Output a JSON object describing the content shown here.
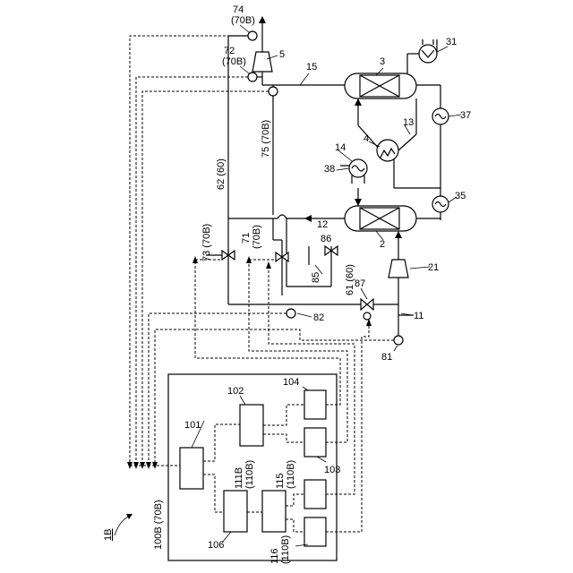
{
  "figure_label": "1B",
  "controller_label": "100B (70B)",
  "labels": {
    "l74": "74",
    "l74b": "(70B)",
    "l72": "72",
    "l72b": "(70B)",
    "l5": "5",
    "l15": "15",
    "l3": "3",
    "l31": "31",
    "l37": "37",
    "l13": "13",
    "l4": "4",
    "l14": "14",
    "l38": "38",
    "l75": "75 (70B)",
    "l62": "62 (60)",
    "l12": "12",
    "l35": "35",
    "l2": "2",
    "l73": "73 (70B)",
    "l71": "71",
    "l71b": "(70B)",
    "l86": "86",
    "l85": "85",
    "l61": "61 (60)",
    "l87": "87",
    "l21": "21",
    "l11": "11",
    "l82": "82",
    "l81": "81",
    "l101": "101",
    "l102": "102",
    "l103": "103",
    "l104": "104",
    "l106": "106",
    "l111": "111B",
    "l111b": "(110B)",
    "l115": "115",
    "l115b": "(110B)",
    "l116": "116",
    "l116b": "(110B)"
  }
}
